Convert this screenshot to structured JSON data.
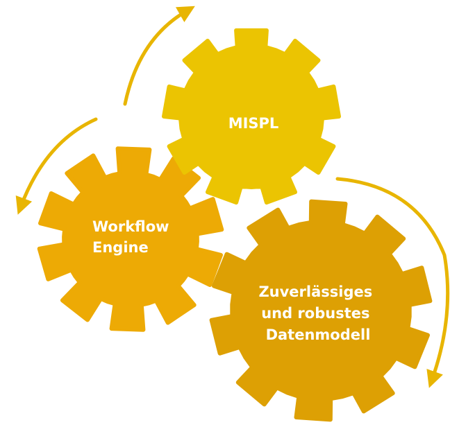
{
  "gears": {
    "mispl": {
      "label": "MISPL",
      "color": "#EBC402"
    },
    "workflow": {
      "line1": "Workflow",
      "line2": "Engine",
      "color": "#EDAA05"
    },
    "datenmodell": {
      "line1": "Zuverlässiges",
      "line2": "und robustes",
      "line3": "Datenmodell",
      "color": "#DDA004"
    }
  },
  "arrows": {
    "color": "#E8B502"
  }
}
